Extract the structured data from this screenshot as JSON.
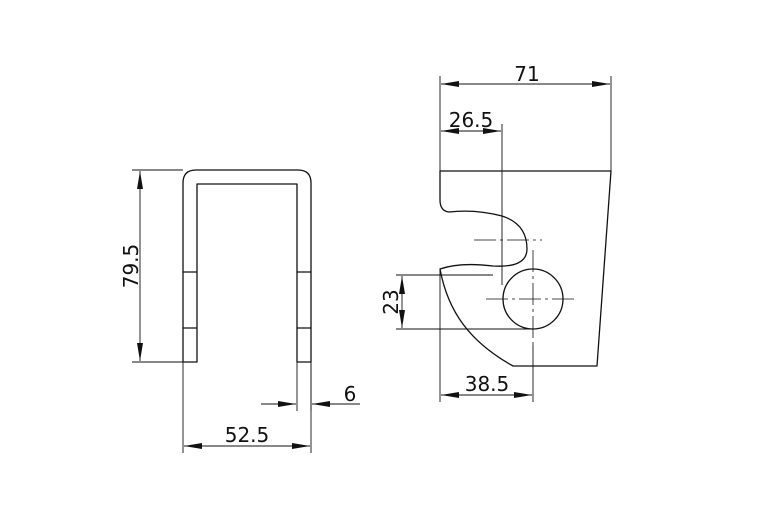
{
  "dimensions": {
    "height_79_5": "79.5",
    "width_52_5": "52.5",
    "thickness_6": "6",
    "overall_71": "71",
    "slot_26_5": "26.5",
    "hole_23": "23",
    "hole_38_5": "38.5"
  },
  "colors": {
    "line": "#111111",
    "background": "#ffffff"
  }
}
